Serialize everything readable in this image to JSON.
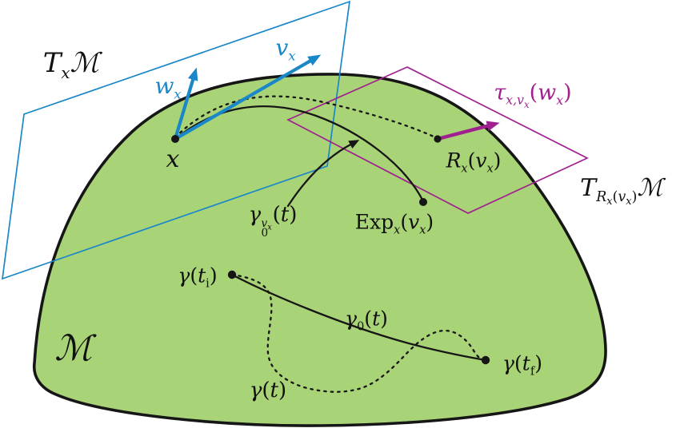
{
  "figure": {
    "description": "Riemannian manifold with tangent planes, retraction and vector transport",
    "colors": {
      "manifold_fill": "#a9d377",
      "manifold_outline": "#161616",
      "tangent_plane_x": "#1a87c9",
      "tangent_plane_r": "#a0208f",
      "text": "#111111"
    }
  },
  "labels": {
    "t_x_m": {
      "T": "T",
      "sub": "x",
      "M": "ℳ"
    },
    "w_x": {
      "base": "w",
      "sub": "x"
    },
    "v_x": {
      "base": "v",
      "sub": "x"
    },
    "x": {
      "base": "x"
    },
    "tau": {
      "tau": "τ",
      "sub1": "x,v",
      "sub2": "x",
      "open": "(",
      "w": "w",
      "wsub": "x",
      "close": ")"
    },
    "r_x": {
      "R": "R",
      "sub": "x",
      "open": "(",
      "v": "v",
      "vsub": "x",
      "close": ")"
    },
    "t_r_m": {
      "T": "T",
      "subR": "R",
      "subRx": "x",
      "subOpen": "(",
      "subV": "v",
      "subVx": "x",
      "subClose": ")",
      "M": "ℳ"
    },
    "geodesic": {
      "g": "γ",
      "supV": "v",
      "supVx": "x",
      "sub0": "0",
      "open": "(",
      "t": "t",
      "close": ")"
    },
    "exp": {
      "Exp": "Exp",
      "sub": "x",
      "open": "(",
      "v": "v",
      "vsub": "x",
      "close": ")"
    },
    "gamma_ti": {
      "g": "γ",
      "open": "(",
      "t": "t",
      "sub": "i",
      "close": ")"
    },
    "gamma_0": {
      "g": "γ",
      "sub": "0",
      "open": "(",
      "t": "t",
      "close": ")"
    },
    "gamma_tf": {
      "g": "γ",
      "open": "(",
      "t": "t",
      "sub": "f",
      "close": ")"
    },
    "gamma_t": {
      "g": "γ",
      "open": "(",
      "t": "t",
      "close": ")"
    },
    "manifold": {
      "M": "ℳ"
    }
  }
}
